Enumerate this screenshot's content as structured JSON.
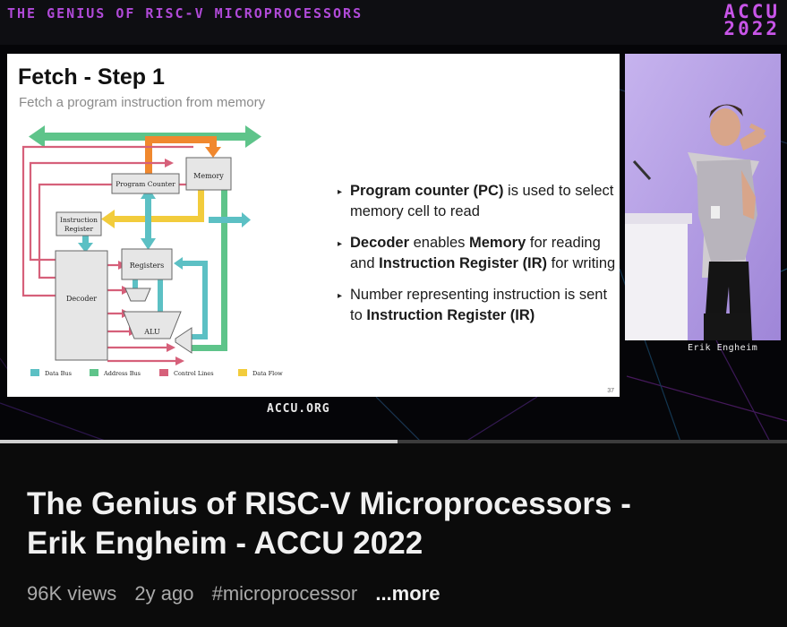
{
  "banner": {
    "title": "THE GENIUS OF RISC-V MICROPROCESSORS",
    "brand_line1": "ACCU",
    "brand_line2": "2022"
  },
  "slide": {
    "title": "Fetch - Step 1",
    "subtitle": "Fetch a program instruction from memory",
    "diagram": {
      "blocks": {
        "memory": "Memory",
        "program_counter": "Program Counter",
        "instruction_register_line1": "Instruction",
        "instruction_register_line2": "Register",
        "registers": "Registers",
        "decoder": "Decoder",
        "alu": "ALU"
      },
      "legend": [
        "Data Bus",
        "Address Bus",
        "Control Lines",
        "Data Flow"
      ],
      "colors": {
        "data_bus": "#5cc0c4",
        "address_bus": "#5ec48a",
        "control_lines": "#d6607a",
        "data_flow": "#f2cc3c",
        "fetch_path": "#f0882e"
      }
    },
    "bullets": [
      {
        "segments": [
          {
            "text": "Program counter (PC)",
            "bold": true
          },
          {
            "text": " is used to select memory cell to read",
            "bold": false
          }
        ]
      },
      {
        "segments": [
          {
            "text": "Decoder",
            "bold": true
          },
          {
            "text": " enables ",
            "bold": false
          },
          {
            "text": "Memory",
            "bold": true
          },
          {
            "text": " for reading and ",
            "bold": false
          },
          {
            "text": "Instruction Register (IR)",
            "bold": true
          },
          {
            "text": " for writing",
            "bold": false
          }
        ]
      },
      {
        "segments": [
          {
            "text": "Number representing instruction is sent to ",
            "bold": false
          },
          {
            "text": "Instruction Register (IR)",
            "bold": true
          }
        ]
      }
    ],
    "page_number": "37"
  },
  "speaker": {
    "name": "Erik Engheim"
  },
  "site_url": "ACCU.ORG",
  "player": {
    "progress": 0.505
  },
  "video": {
    "title_line1": "The Genius of RISC-V Microprocessors -",
    "title_line2": "Erik Engheim - ACCU 2022",
    "views": "96K views",
    "age": "2y ago",
    "hashtag": "#microprocessor",
    "more": "...more"
  },
  "theme": {
    "accent": "#c855e8",
    "background": "#0b0b0b"
  }
}
